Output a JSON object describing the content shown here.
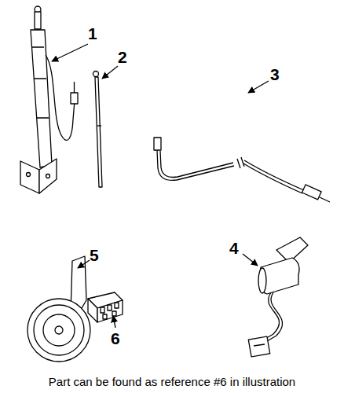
{
  "diagram": {
    "caption": "Part can be found as reference #6 in illustration",
    "labels": [
      "1",
      "2",
      "3",
      "4",
      "5",
      "6"
    ]
  }
}
